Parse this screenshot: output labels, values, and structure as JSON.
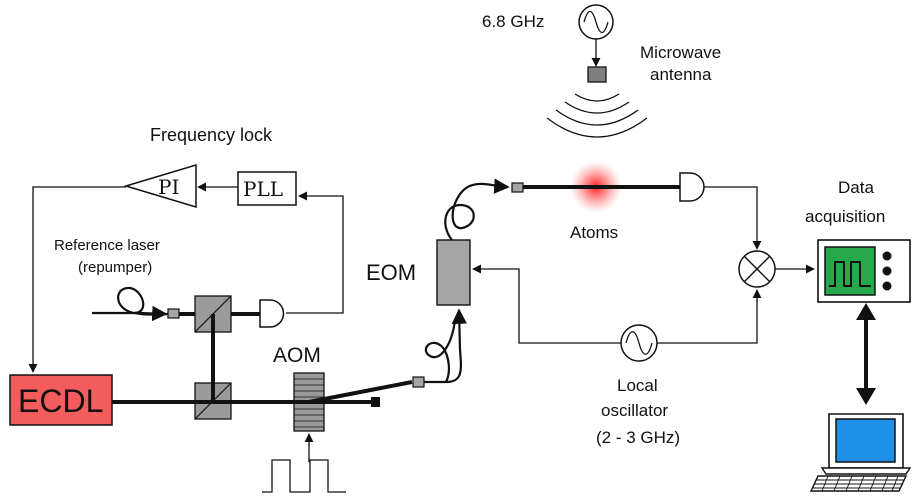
{
  "labels": {
    "mw_freq": "6.8 GHz",
    "mw_antenna_1": "Microwave",
    "mw_antenna_2": "antenna",
    "freq_lock": "Frequency lock",
    "pi": "PI",
    "pll": "PLL",
    "ref_laser_1": "Reference laser",
    "ref_laser_2": "(repumper)",
    "eom": "EOM",
    "atoms": "Atoms",
    "daq_1": "Data",
    "daq_2": "acquisition",
    "ecdl": "ECDL",
    "aom": "AOM",
    "lo_1": "Local",
    "lo_2": "oscillator",
    "lo_3": "(2 - 3 GHz)"
  },
  "colors": {
    "ecdl_fill": "#f25c5c",
    "scope_screen": "#27a84a",
    "computer_screen": "#1e90e6",
    "atoms_glow": "#ff2a2a",
    "component_gray": "#a6a6a6",
    "dark_gray": "#7f7f7f"
  }
}
